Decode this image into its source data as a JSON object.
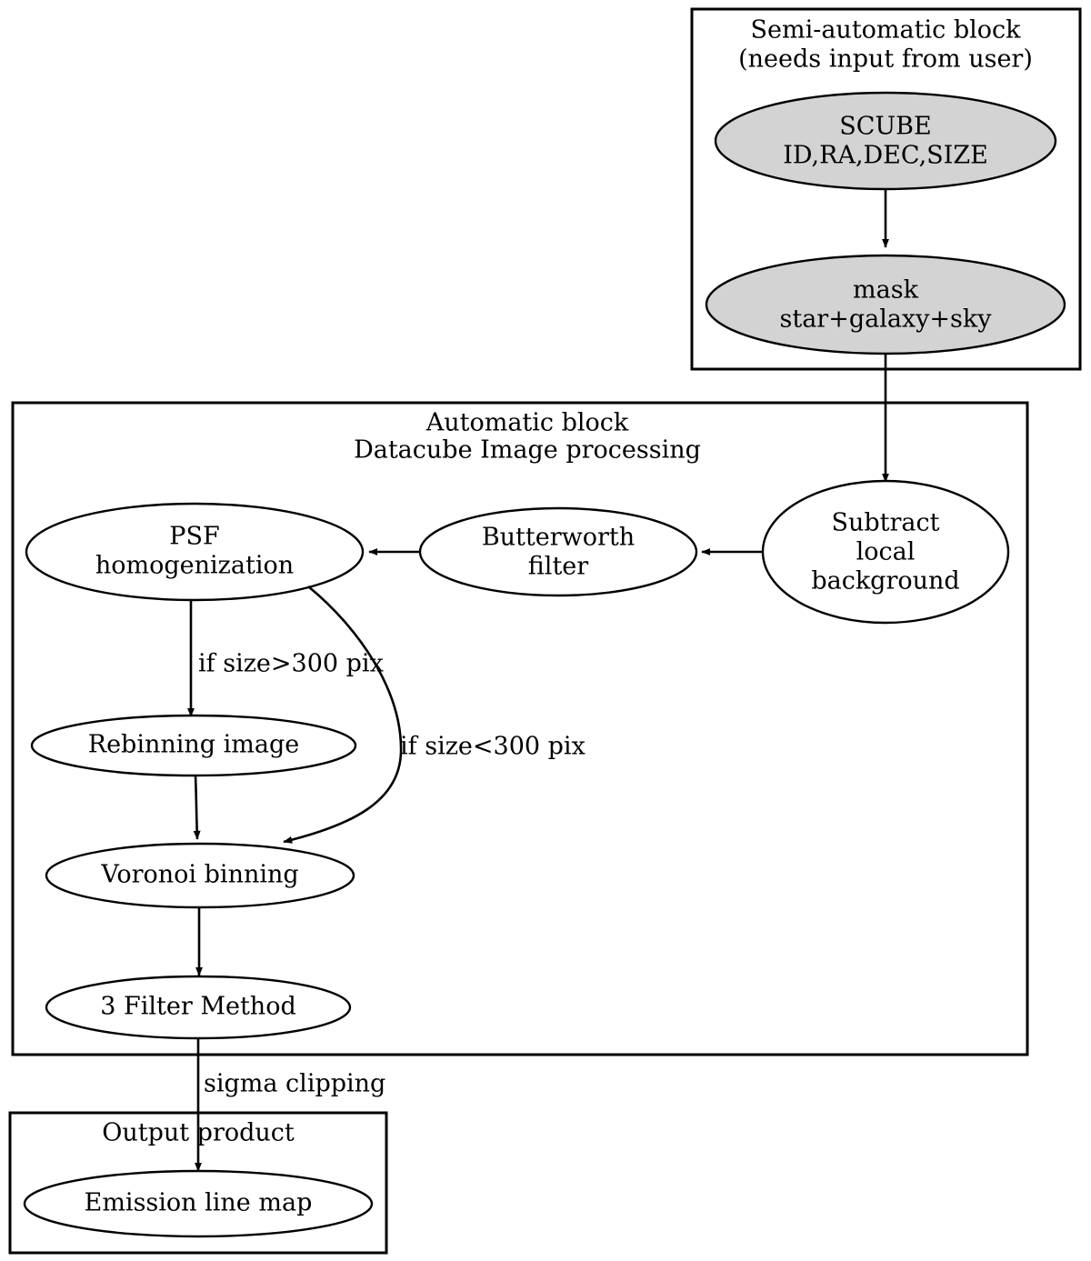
{
  "diagram": {
    "title": "Datacube image processing pipeline",
    "background_color": "#ffffff",
    "line_color": "#000000",
    "filled_node_color": "#d3d3d3"
  },
  "clusters": [
    {
      "id": "semi-automatic-block",
      "label_line1": "Semi-automatic block",
      "label_line2": "(needs input from user)"
    },
    {
      "id": "automatic-block",
      "label_line1": "Automatic block",
      "label_line2": "Datacube Image processing"
    },
    {
      "id": "output-product-block",
      "label_line1": "Output product",
      "label_line2": ""
    }
  ],
  "nodes": [
    {
      "id": "scube",
      "line1": "SCUBE",
      "line2": "ID,RA,DEC,SIZE",
      "line3": "",
      "filled": true
    },
    {
      "id": "mask",
      "line1": "mask",
      "line2": "star+galaxy+sky",
      "line3": "",
      "filled": true
    },
    {
      "id": "subtract-local-background",
      "line1": "Subtract",
      "line2": "local",
      "line3": "background",
      "filled": false
    },
    {
      "id": "butterworth-filter",
      "line1": "Butterworth",
      "line2": "filter",
      "line3": "",
      "filled": false
    },
    {
      "id": "psf-homogenization",
      "line1": "PSF",
      "line2": "homogenization",
      "line3": "",
      "filled": false
    },
    {
      "id": "rebinning-image",
      "line1": "Rebinning image",
      "line2": "",
      "line3": "",
      "filled": false
    },
    {
      "id": "voronoi-binning",
      "line1": "Voronoi binning",
      "line2": "",
      "line3": "",
      "filled": false
    },
    {
      "id": "three-filter-method",
      "line1": "3 Filter Method",
      "line2": "",
      "line3": "",
      "filled": false
    },
    {
      "id": "emission-line-map",
      "line1": "Emission line map",
      "line2": "",
      "line3": "",
      "filled": false
    }
  ],
  "edges": [
    {
      "id": "scube-to-mask",
      "from": "scube",
      "to": "mask",
      "label": ""
    },
    {
      "id": "mask-to-subtract",
      "from": "mask",
      "to": "subtract-local-background",
      "label": ""
    },
    {
      "id": "subtract-to-butterworth",
      "from": "subtract-local-background",
      "to": "butterworth-filter",
      "label": ""
    },
    {
      "id": "butterworth-to-psf",
      "from": "butterworth-filter",
      "to": "psf-homogenization",
      "label": ""
    },
    {
      "id": "psf-to-rebinning",
      "from": "psf-homogenization",
      "to": "rebinning-image",
      "label": "if size>300 pix"
    },
    {
      "id": "psf-to-voronoi",
      "from": "psf-homogenization",
      "to": "voronoi-binning",
      "label": "if size<300 pix"
    },
    {
      "id": "rebinning-to-voronoi",
      "from": "rebinning-image",
      "to": "voronoi-binning",
      "label": ""
    },
    {
      "id": "voronoi-to-three-filter",
      "from": "voronoi-binning",
      "to": "three-filter-method",
      "label": ""
    },
    {
      "id": "three-filter-to-emission",
      "from": "three-filter-method",
      "to": "emission-line-map",
      "label": "sigma clipping"
    }
  ],
  "edge_labels": {
    "if_size_gt": "if size>300 pix",
    "if_size_lt": "if size<300 pix",
    "sigma_clipping": "sigma clipping"
  }
}
